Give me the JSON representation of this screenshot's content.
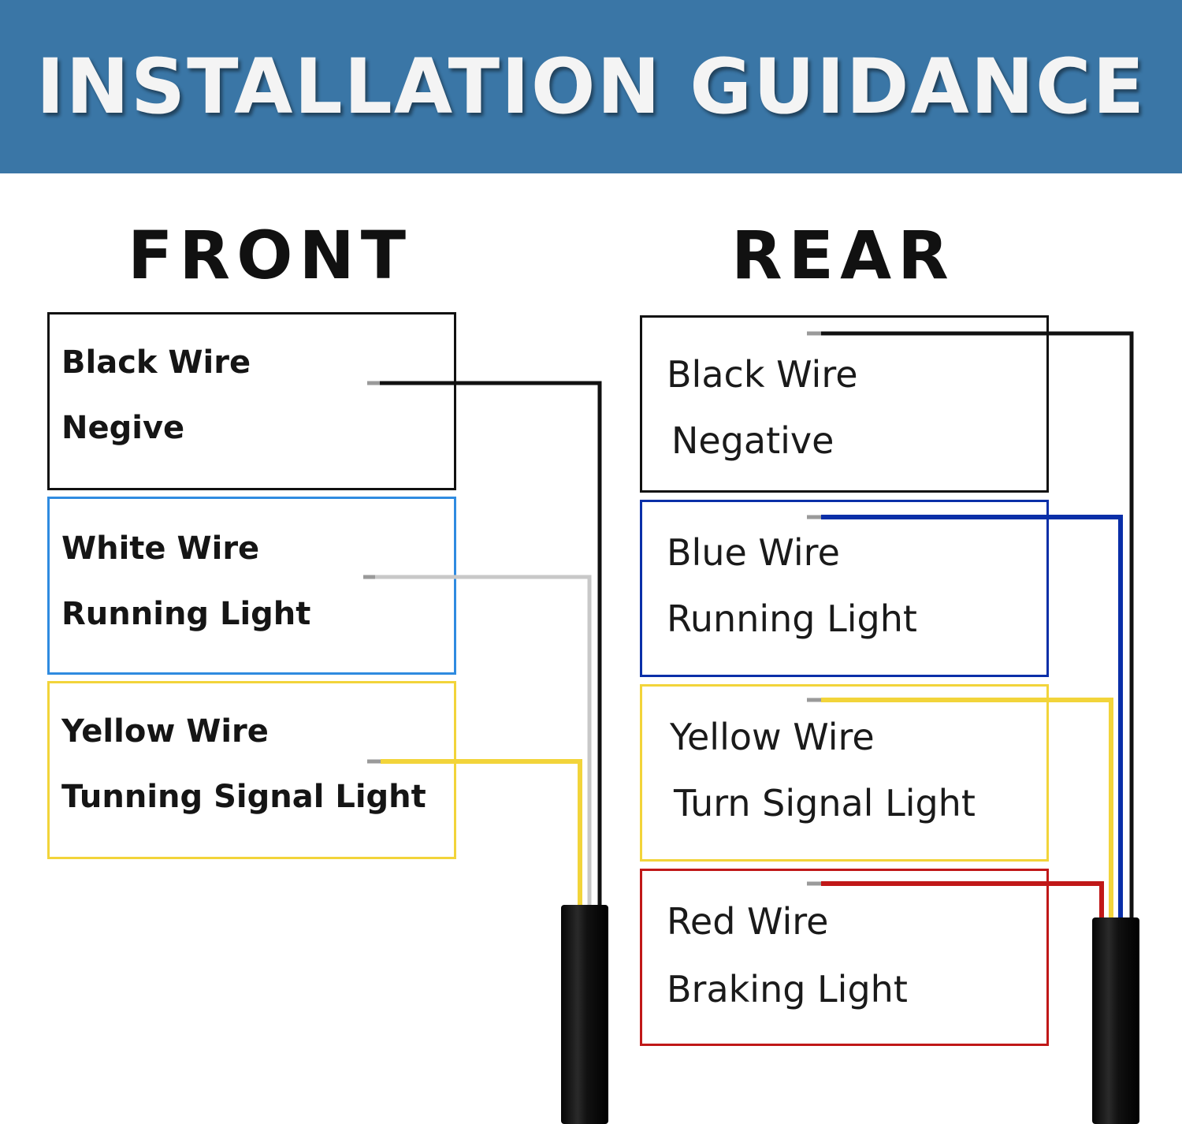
{
  "title": "INSTALLATION GUIDANCE",
  "colors": {
    "banner": "#3a76a6",
    "black": "#111111",
    "white": "#c8c8c8",
    "blue": "#0a2fa8",
    "yellow": "#f2d43a",
    "red": "#c01818",
    "blue_box_border": "#2f8be0"
  },
  "front": {
    "heading": "FRONT",
    "items": [
      {
        "wire": "Black Wire",
        "function": "Negive",
        "color": "#111111"
      },
      {
        "wire": "White Wire",
        "function": "Running Light",
        "color": "#c8c8c8"
      },
      {
        "wire": "Yellow Wire",
        "function": "Tunning Signal Light",
        "color": "#f2d43a"
      }
    ]
  },
  "rear": {
    "heading": "REAR",
    "items": [
      {
        "wire": "Black Wire",
        "function": "Negative",
        "color": "#111111"
      },
      {
        "wire": "Blue Wire",
        "function": "Running Light",
        "color": "#0a2fa8"
      },
      {
        "wire": "Yellow Wire",
        "function": "Turn Signal Light",
        "color": "#f2d43a"
      },
      {
        "wire": "Red Wire",
        "function": "Braking Light",
        "color": "#c01818"
      }
    ]
  }
}
